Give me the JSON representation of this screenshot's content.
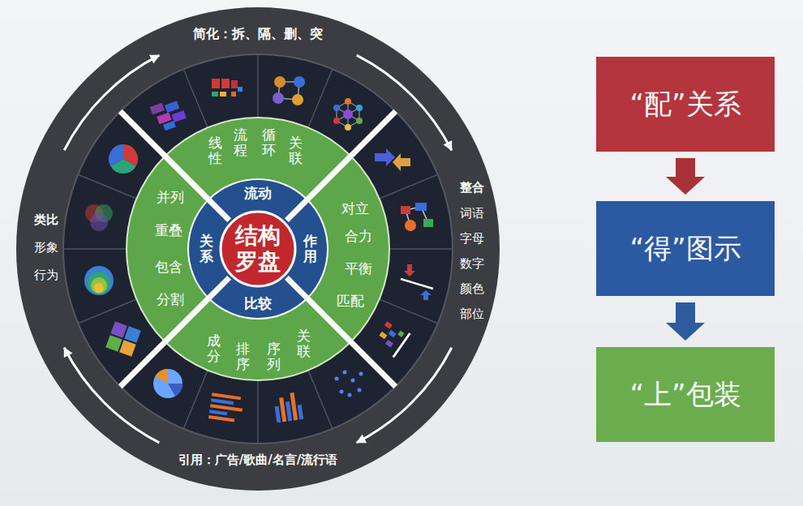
{
  "diagram": {
    "nodes": [
      {
        "text": [
          "结构 罗盘"
        ]
      },
      {
        "text": [
          "流动"
        ]
      },
      {
        "text": [
          "作用"
        ]
      },
      {
        "text": [
          "比较"
        ]
      },
      {
        "text": [
          "关系"
        ]
      },
      {
        "text": [
          "线性"
        ]
      },
      {
        "text": [
          "流程"
        ]
      },
      {
        "text": [
          "循环"
        ]
      },
      {
        "text": [
          "关联"
        ]
      },
      {
        "text": [
          "对立"
        ]
      },
      {
        "text": [
          "合力"
        ]
      },
      {
        "text": [
          "平衡"
        ]
      },
      {
        "text": [
          "匹配"
        ]
      },
      {
        "text": [
          "关联"
        ]
      },
      {
        "text": [
          "序列"
        ]
      },
      {
        "text": [
          "排序"
        ]
      },
      {
        "text": [
          "成分"
        ]
      },
      {
        "text": [
          "分割"
        ]
      },
      {
        "text": [
          "包含"
        ]
      },
      {
        "text": [
          "重叠"
        ]
      },
      {
        "text": [
          "并列"
        ]
      },
      {
        "text": [
          "“配”关系"
        ]
      },
      {
        "text": [
          "“得”图示"
        ]
      },
      {
        "text": [
          "“上”包装"
        ]
      }
    ],
    "edges": [
      {
        "from": 21,
        "to": 22,
        "arrow": "to"
      },
      {
        "from": 22,
        "to": 23,
        "arrow": "to"
      }
    ],
    "labels": [
      "简化：拆、隔、删、突",
      "整合",
      "词语",
      "字母",
      "数字",
      "颜色",
      "部位",
      "引用：广告/歌曲/名言/流行语",
      "类比",
      "形象",
      "行为"
    ]
  }
}
